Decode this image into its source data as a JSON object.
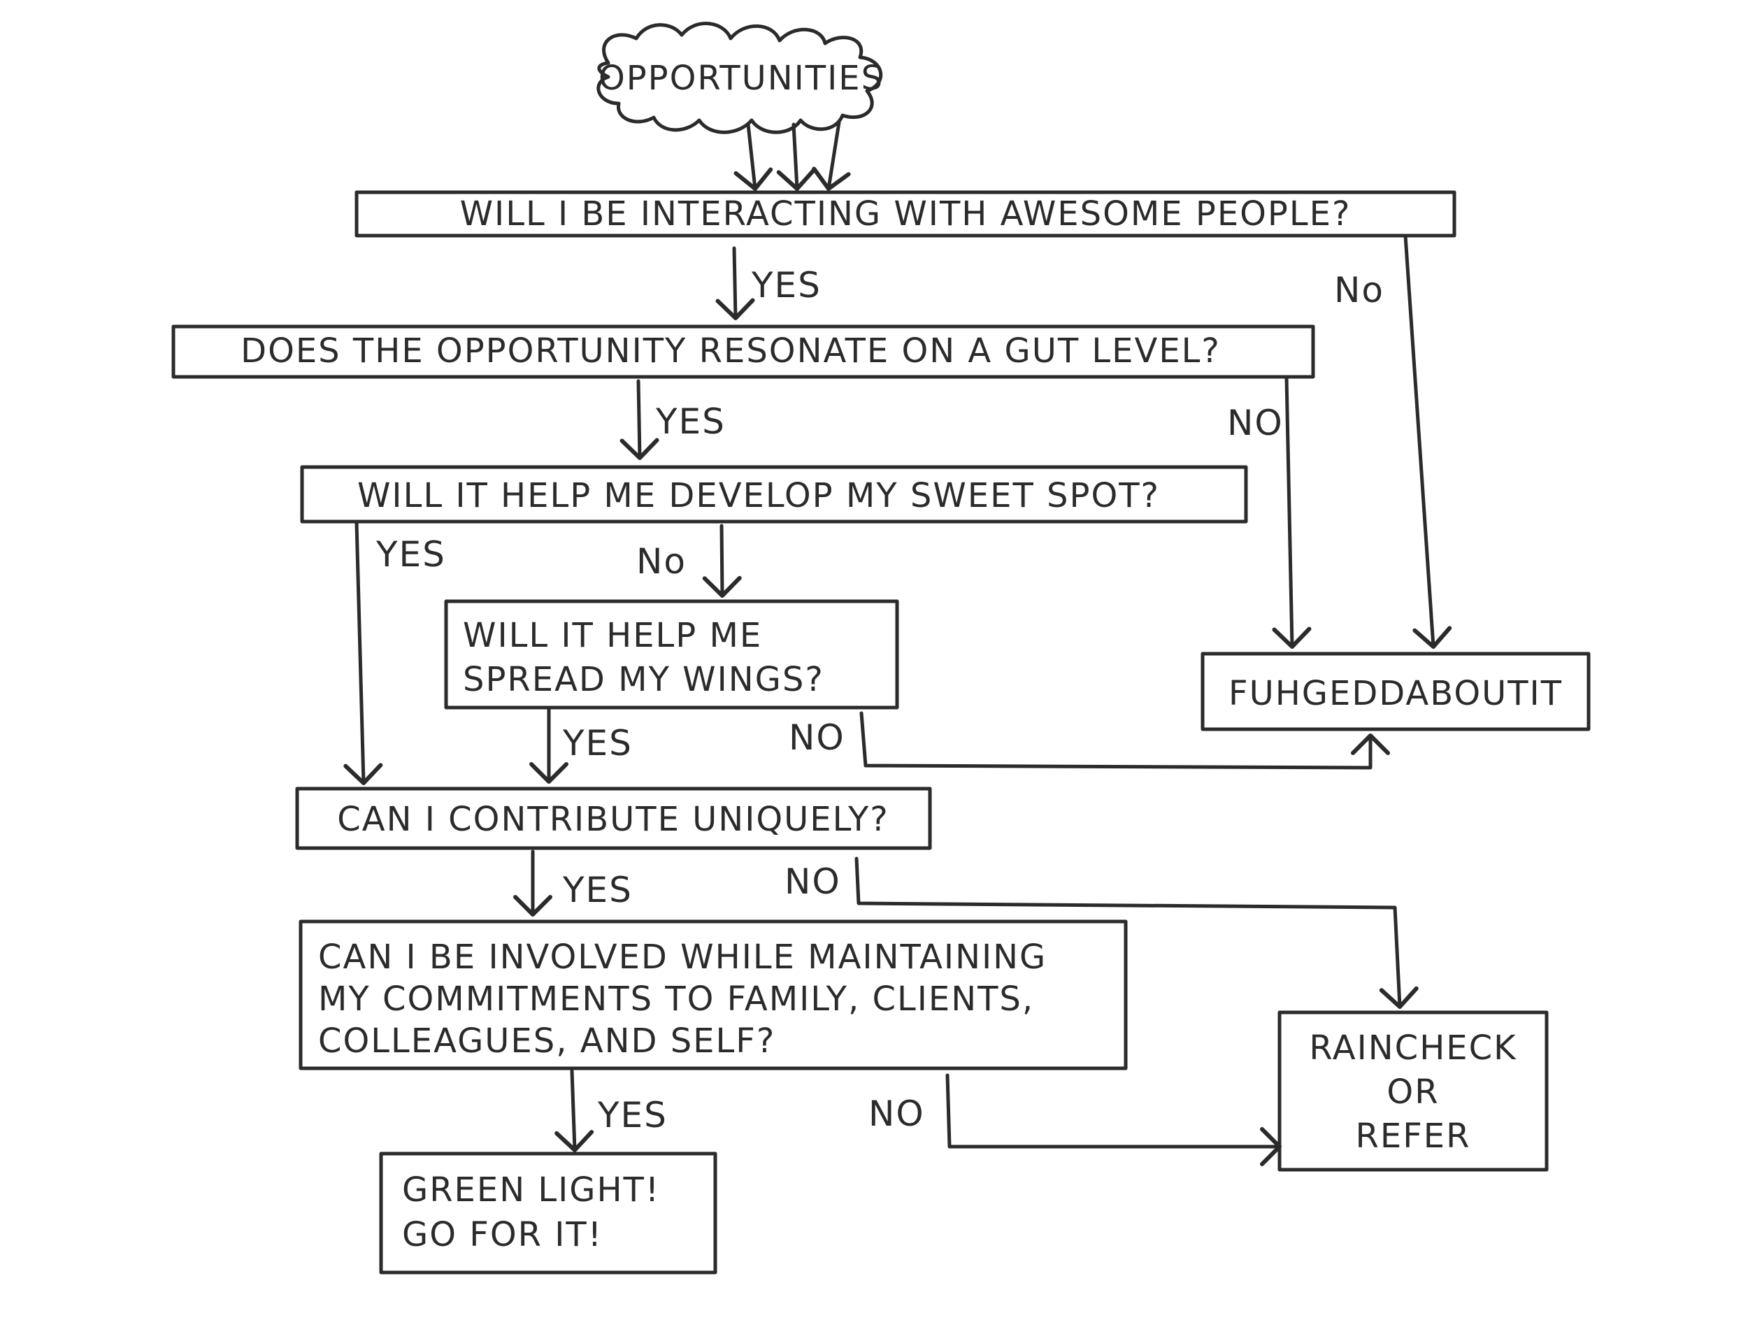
{
  "diagram": {
    "start": "OPPORTUNITIES",
    "questions": {
      "q1": "WILL I BE INTERACTING WITH AWESOME PEOPLE?",
      "q2": "DOES THE OPPORTUNITY RESONATE ON A GUT LEVEL?",
      "q3": "WILL IT HELP ME DEVELOP MY SWEET SPOT?",
      "q4_line1": "WILL IT HELP ME",
      "q4_line2": "SPREAD MY WINGS?",
      "q5": "CAN I CONTRIBUTE UNIQUELY?",
      "q6_line1": "CAN I BE INVOLVED WHILE MAINTAINING",
      "q6_line2": "MY COMMITMENTS TO FAMILY, CLIENTS,",
      "q6_line3": "COLLEAGUES, AND SELF?"
    },
    "outcomes": {
      "fuhgeddaboutit": "FUHGEDDABOUTIT",
      "raincheck_line1": "RAINCHECK",
      "raincheck_line2": "OR",
      "raincheck_line3": "REFER",
      "green_line1": "GREEN LIGHT!",
      "green_line2": "GO FOR IT!"
    },
    "edge_labels": {
      "yes": "YES",
      "no": "No",
      "no_caps": "NO"
    }
  }
}
